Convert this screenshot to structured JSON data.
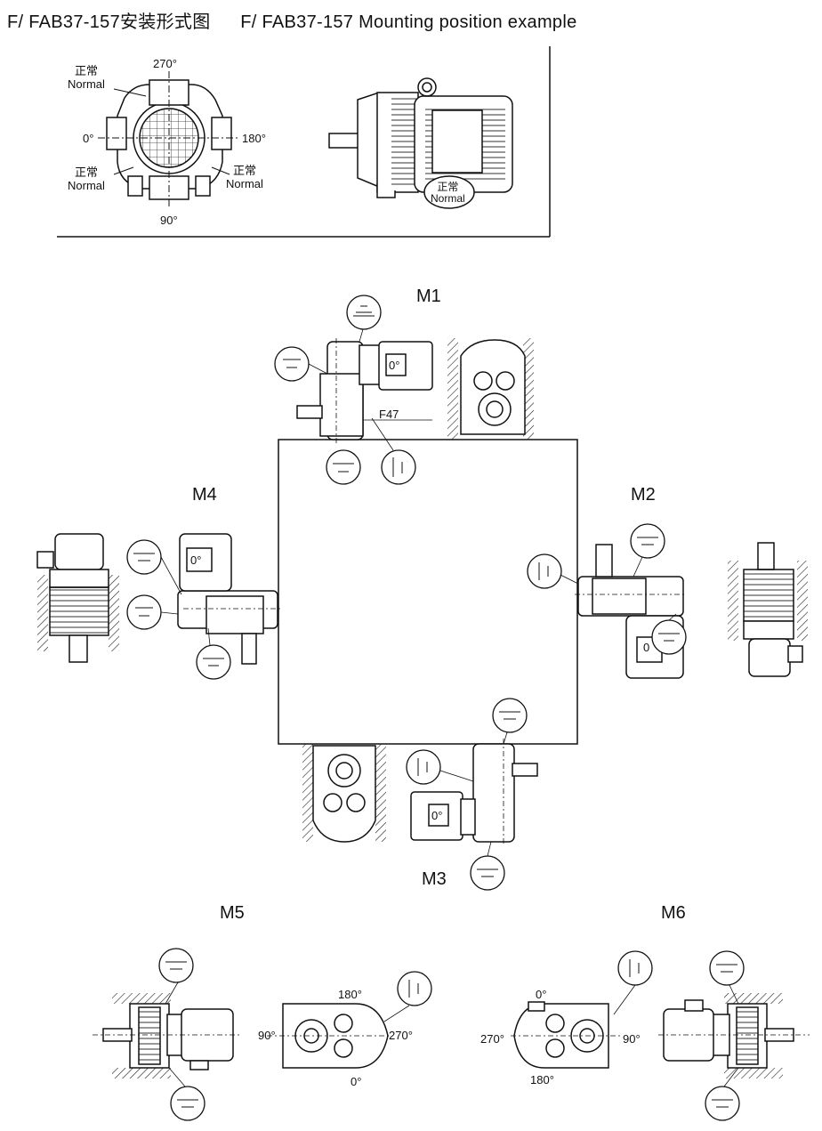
{
  "header": {
    "title_cn": "F/ FAB37-157安装形式图",
    "title_en": "F/ FAB37-157 Mounting position example"
  },
  "top_panel": {
    "angle_270": "270°",
    "angle_0": "0°",
    "angle_180": "180°",
    "angle_90": "90°",
    "normal_top_cn": "正常",
    "normal_top_en": "Normal",
    "normal_left_cn": "正常",
    "normal_left_en": "Normal",
    "normal_right_cn": "正常",
    "normal_right_en": "Normal",
    "normal_motor_cn": "正常",
    "normal_motor_en": "Normal"
  },
  "positions": {
    "m1": "M1",
    "m2": "M2",
    "m3": "M3",
    "m4": "M4",
    "m5": "M5",
    "m6": "M6"
  },
  "model_label": "F47",
  "motor_box_labels": {
    "m1": "0°",
    "m4": "0°",
    "m2": "0",
    "m3": "0°"
  },
  "m5_angles": {
    "a180": "180°",
    "a90": "90°",
    "a270": "270°",
    "a0": "0°"
  },
  "m6_angles": {
    "a0": "0°",
    "a270": "270°",
    "a90": "90°",
    "a180": "180°"
  }
}
